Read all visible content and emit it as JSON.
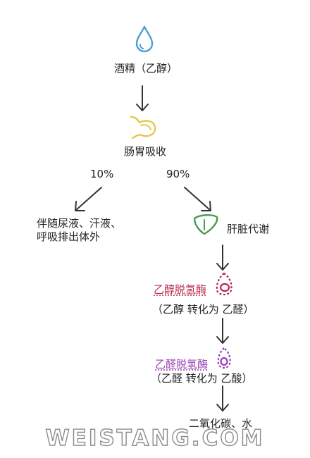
{
  "nodes": {
    "ethanol": "酒精（乙醇）",
    "gut": "肠胃吸收",
    "pct_left": "10%",
    "pct_right": "90%",
    "excretion_line1": "伴随尿液、汗液、",
    "excretion_line2": "呼吸排出体外",
    "liver": "肝脏代谢",
    "adh_name": "乙醇脱氢酶",
    "adh_desc": "（乙醇 转化为 乙醛）",
    "aldh_name": "乙醛脱氢酶",
    "aldh_desc": "（乙醛 转化为 乙酸）",
    "final": "二氧化碳、水"
  },
  "watermark": "WEISTANG.COM",
  "icons": {
    "ethanol": "water-drop-icon",
    "gut": "stomach-icon",
    "liver": "liver-icon",
    "adh": "enzyme-icon",
    "aldh": "enzyme-icon"
  },
  "colors": {
    "drop": "#4a9fd4",
    "stomach": "#e8c64a",
    "liver": "#4a9a56",
    "adh": "#b8264a",
    "aldh": "#9a3fb4",
    "arrow": "#333333"
  }
}
